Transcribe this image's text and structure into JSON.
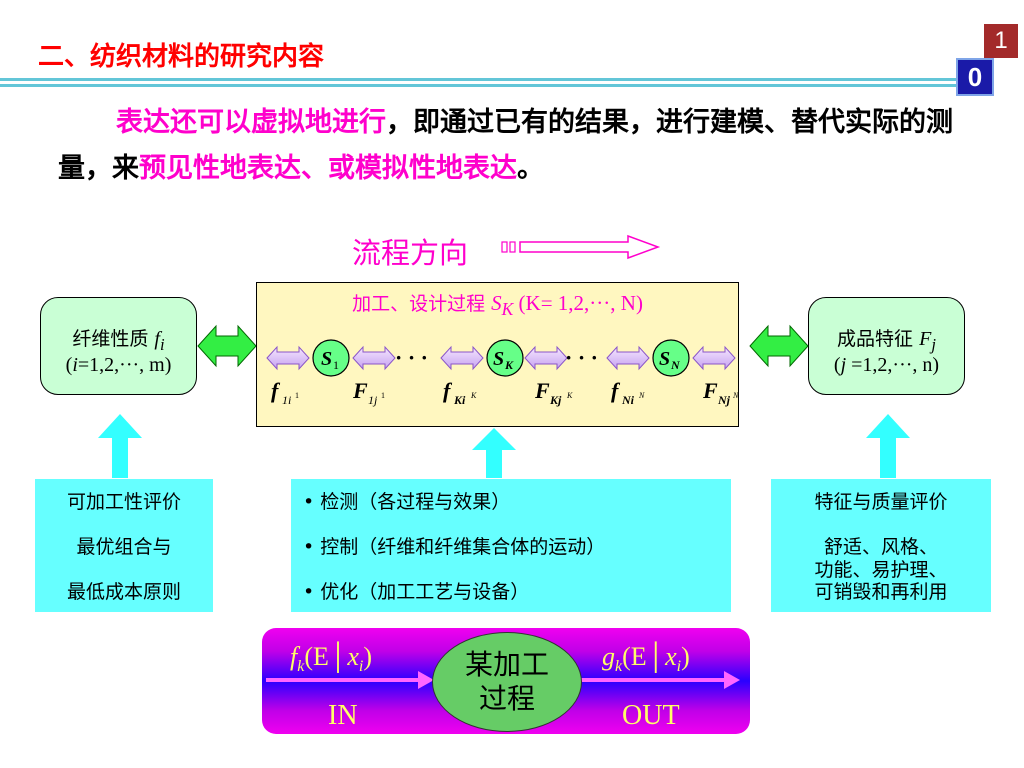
{
  "header": {
    "title": "二、纺织材料的研究内容",
    "page_num_top": "1",
    "page_num_bottom": "0"
  },
  "intro": {
    "pink1": "表达还可以虚拟地进行",
    "black1": "，即通过已有的结果，进行建模、替代实际的测量，来",
    "pink2": "预见性地表达、或模拟性地表达",
    "black2": "。"
  },
  "flow": {
    "label": "流程方向"
  },
  "left_box": {
    "line1_text": "纤维性质 ",
    "line1_var": "f",
    "line1_sub": "i",
    "line2_pre": "(",
    "line2_var": "i",
    "line2_rest": "=1,2,···, m)"
  },
  "right_box": {
    "line1_text": "成品特征 ",
    "line1_var": "F",
    "line1_sub": "j",
    "line2_pre": "(",
    "line2_var": "j",
    "line2_rest": " =1,2,···, n)"
  },
  "process_box": {
    "title_text": "加工、设计过程 ",
    "title_var": "S",
    "title_sub": "K",
    "title_rest": "  (K= 1,2,···, N)",
    "nodes": [
      {
        "var": "S",
        "sub": "1"
      },
      {
        "var": "S",
        "sub": "K"
      },
      {
        "var": "S",
        "sub": "N"
      }
    ],
    "dots": "· · ·",
    "funcs": [
      {
        "var": "f",
        "sub": "1i",
        "sup": "1"
      },
      {
        "var": "F",
        "sub": "1j",
        "sup": "1"
      },
      {
        "var": "f",
        "sub": "Ki",
        "sup": "K"
      },
      {
        "var": "F",
        "sub": "Kj",
        "sup": "K"
      },
      {
        "var": "f",
        "sub": "Ni",
        "sup": "N"
      },
      {
        "var": "F",
        "sub": "Nj",
        "sup": "N"
      }
    ]
  },
  "bottom_boxes": {
    "left": [
      "可加工性评价",
      "最优组合与",
      "最低成本原则"
    ],
    "middle": [
      "• 检测（各过程与效果）",
      "• 控制（纤维和纤维集合体的运动）",
      "• 优化（加工工艺与设备）"
    ],
    "right": [
      "特征与质量评价",
      "舒适、风格、",
      "功能、易护理、",
      "可销毁和再利用"
    ]
  },
  "io_box": {
    "in_formula_var": "f",
    "in_formula_sub": "k",
    "in_formula_mid": "(E│",
    "in_formula_x": "x",
    "in_formula_xsub": "i",
    "in_formula_end": ")",
    "out_formula_var": "g",
    "out_formula_sub": "k",
    "out_formula_mid": "(E│",
    "out_formula_x": "x",
    "out_formula_xsub": "i",
    "out_formula_end": ")",
    "center_line1": "某加工",
    "center_line2": "过程",
    "in_label": "IN",
    "out_label": "OUT"
  },
  "colors": {
    "accent_pink": "#ff00cc",
    "title_red": "#ff0000",
    "rule_cyan": "#63c6d8",
    "green_box": "#c9ffd5",
    "cream_box": "#fff7c0",
    "cyan_box": "#66ffff",
    "arrow_cyan": "#33ffff",
    "green_arrow": "#33ee44",
    "formula_yellow": "#ffff66"
  }
}
